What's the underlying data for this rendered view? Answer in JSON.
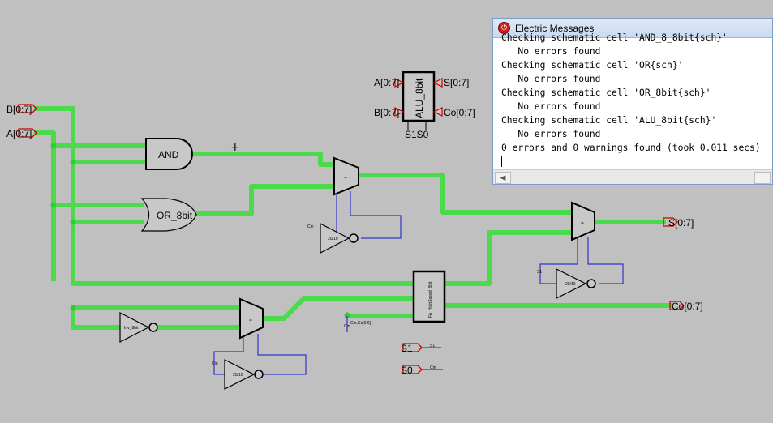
{
  "schematic": {
    "ports": {
      "b_input": "B[0:7]",
      "a_input": "A[0:7]",
      "s_output": "S[0:7]",
      "co_output": "Co[0:7]",
      "s1_input": "S1",
      "s0_input": "S0"
    },
    "gates": {
      "and_gate": "AND",
      "or_gate": "OR_8bit",
      "full_adder": "FA_HighSpeed_8bit",
      "inverter_8bit": "Inv_8bit",
      "inverter_size": "20/10",
      "mux_label": "-"
    },
    "icon": {
      "name": "ALU_8bit",
      "pin_a": "A[0:7]",
      "pin_b": "B[0:7]",
      "pin_s": "S[0:7]",
      "pin_co": "Co[0:7]",
      "pin_s1s0": "S1S0"
    },
    "signals": {
      "cin_mux1": "Cin",
      "cin_mux3": "Cin",
      "s1_mux2": "S1",
      "cin_co": "Cin,Co[0:6]",
      "cin_lbl": "Cin",
      "s1_wire": "S1",
      "cin_wire": "Cin"
    },
    "colors": {
      "wire": "#4cd94c",
      "bus": "#3333cc",
      "port": "#d00000",
      "background": "#c0c0c0"
    }
  },
  "messages": {
    "title": "Electric Messages",
    "lines": [
      "Checking schematic cell 'AND_8_8bit{sch}'",
      "   No errors found",
      "Checking schematic cell 'OR{sch}'",
      "   No errors found",
      "Checking schematic cell 'OR_8bit{sch}'",
      "   No errors found",
      "Checking schematic cell 'ALU_8bit{sch}'",
      "   No errors found",
      "0 errors and 0 warnings found (took 0.011 secs)"
    ]
  }
}
